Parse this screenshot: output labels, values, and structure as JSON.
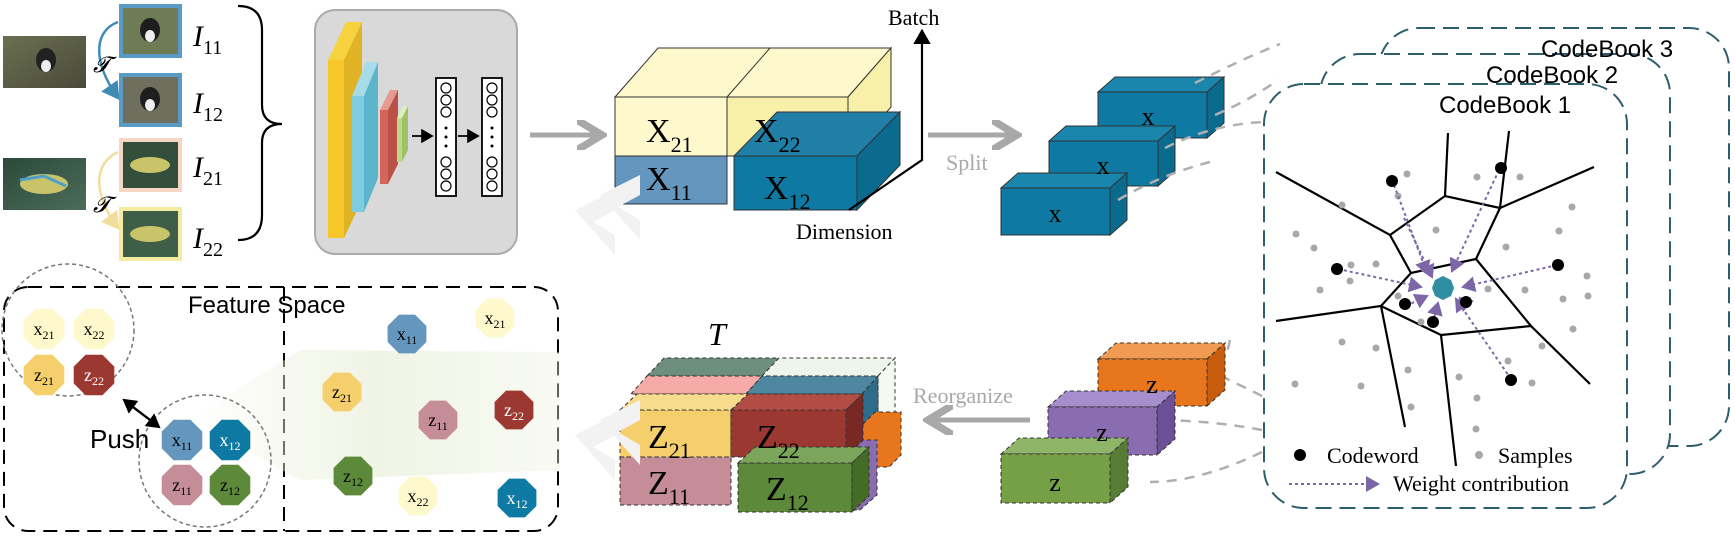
{
  "images": {
    "pairs": [
      {
        "transform": "𝓣",
        "views": [
          {
            "label_main": "I",
            "label_sub": "11"
          },
          {
            "label_main": "I",
            "label_sub": "12"
          }
        ]
      },
      {
        "transform": "𝓣",
        "views": [
          {
            "label_main": "I",
            "label_sub": "21"
          },
          {
            "label_main": "I",
            "label_sub": "22"
          }
        ]
      }
    ]
  },
  "tensor": {
    "blocks": [
      {
        "main": "X",
        "sub": "21"
      },
      {
        "main": "X",
        "sub": "22"
      },
      {
        "main": "X",
        "sub": "11"
      },
      {
        "main": "X",
        "sub": "12"
      }
    ],
    "axis_batch": "Batch",
    "axis_dimension": "Dimension"
  },
  "split": {
    "label": "Split",
    "chunk_label": "x"
  },
  "codebooks": {
    "titles": [
      "CodeBook 3",
      "CodeBook 2",
      "CodeBook 1"
    ],
    "legend": {
      "codeword": "Codeword",
      "samples": "Samples",
      "weight": "Weight contribution"
    }
  },
  "reorganize": {
    "label": "Reorganize",
    "chunk_label": "z"
  },
  "output": {
    "title": "T",
    "blocks": [
      {
        "main": "Z",
        "sub": "21"
      },
      {
        "main": "Z",
        "sub": "22"
      },
      {
        "main": "Z",
        "sub": "11"
      },
      {
        "main": "Z",
        "sub": "12"
      }
    ]
  },
  "feature_space": {
    "title": "Feature Space",
    "push_label": "Push",
    "cluster": [
      {
        "main": "x",
        "sub": "21"
      },
      {
        "main": "x",
        "sub": "22"
      },
      {
        "main": "z",
        "sub": "21"
      },
      {
        "main": "z",
        "sub": "22"
      },
      {
        "main": "x",
        "sub": "11"
      },
      {
        "main": "x",
        "sub": "12"
      },
      {
        "main": "z",
        "sub": "11"
      },
      {
        "main": "z",
        "sub": "12"
      }
    ],
    "scatter": [
      {
        "main": "x",
        "sub": "11"
      },
      {
        "main": "x",
        "sub": "21"
      },
      {
        "main": "z",
        "sub": "21"
      },
      {
        "main": "z",
        "sub": "11"
      },
      {
        "main": "z",
        "sub": "22"
      },
      {
        "main": "z",
        "sub": "12"
      },
      {
        "main": "x",
        "sub": "22"
      },
      {
        "main": "x",
        "sub": "12"
      }
    ]
  },
  "colors": {
    "yellow": "#fdf9cc",
    "light_yellow": "#f8efa9",
    "steel_blue": "#6596bd",
    "teal": "#0e7aa3",
    "z21": "#f5cf6b",
    "z22": "#9b3832",
    "z11": "#c48d97",
    "z12": "#5c8a3a",
    "orange": "#e8761d",
    "purple": "#8a6cb0",
    "codebook_border": "#2e5e6e",
    "arrow_gray": "#a8a8a8"
  }
}
